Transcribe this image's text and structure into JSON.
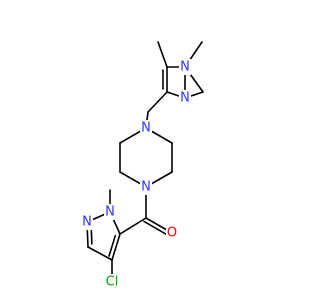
{
  "molecule": {
    "atoms": [
      {
        "id": "n_pyr_top_n1",
        "text": "N",
        "color": "#3333ff"
      },
      {
        "id": "n_pyr_top_n2",
        "text": "N",
        "color": "#3333ff"
      },
      {
        "id": "n_pip_top",
        "text": "N",
        "color": "#3333ff"
      },
      {
        "id": "n_pip_bottom",
        "text": "N",
        "color": "#3333ff"
      },
      {
        "id": "o_carbonyl",
        "text": "O",
        "color": "#ff0000"
      },
      {
        "id": "n_pyr_bot_n1",
        "text": "N",
        "color": "#3333ff"
      },
      {
        "id": "n_pyr_bot_n2",
        "text": "N",
        "color": "#3333ff"
      },
      {
        "id": "cl_substituent",
        "text": "Cl",
        "color": "#00aa00"
      }
    ],
    "bond_color": "#000000"
  }
}
